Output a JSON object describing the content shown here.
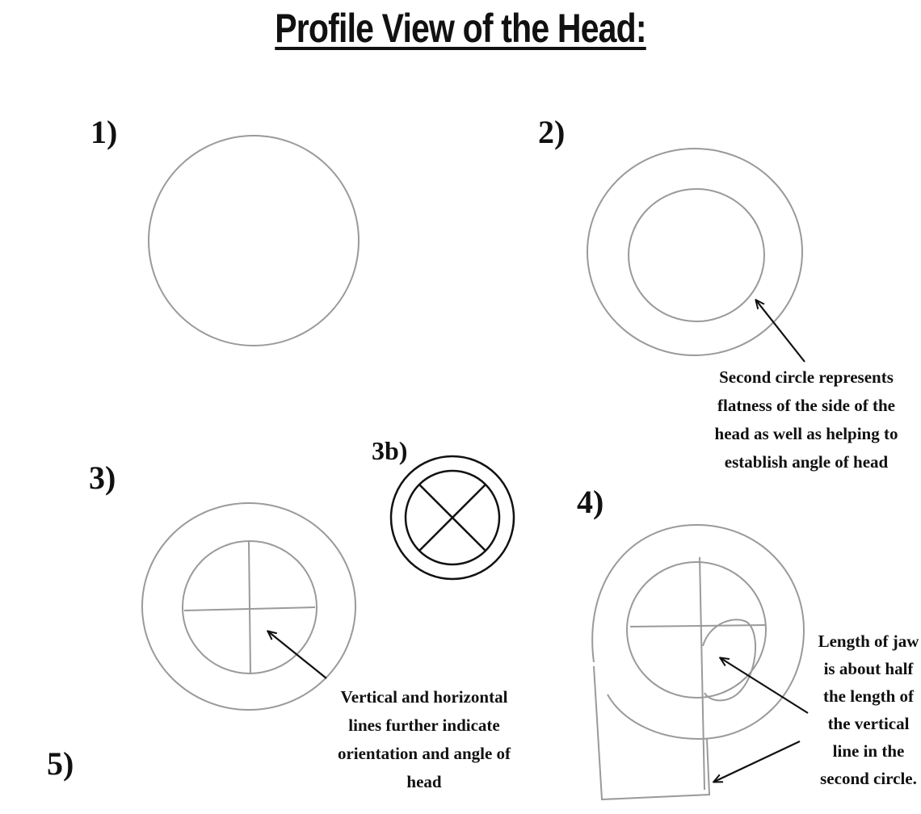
{
  "title": "Profile View of the Head:",
  "steps": {
    "s1": "1)",
    "s2": "2)",
    "s3": "3)",
    "s3b": "3b)",
    "s4": "4)",
    "s5": "5)"
  },
  "notes": {
    "second_circle": [
      "Second circle represents",
      "flatness of the side of the",
      "head as well as helping to",
      "establish angle of head"
    ],
    "lines": [
      "Vertical and horizontal",
      "lines further indicate",
      "orientation and angle of",
      "head"
    ],
    "jaw": [
      "Length of jaw",
      "is about half",
      "the length of",
      "the vertical",
      "line in the",
      "second circle."
    ]
  },
  "colors": {
    "pencil": "#9a9a9a",
    "ink": "#111111"
  }
}
